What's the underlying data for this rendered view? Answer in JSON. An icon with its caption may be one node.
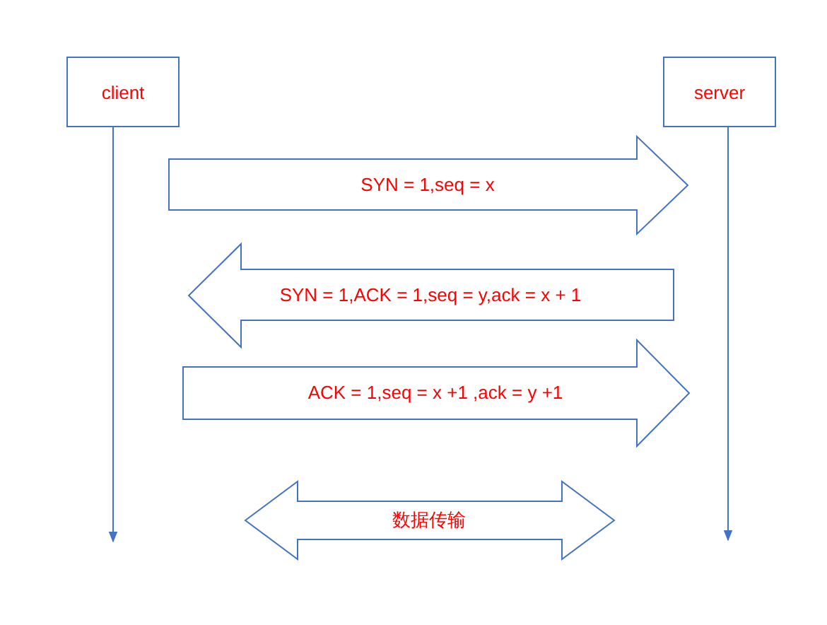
{
  "diagram": {
    "nodes": [
      {
        "text": [
          "client"
        ]
      },
      {
        "text": [
          "server"
        ]
      },
      {
        "text": [
          "SYN = 1,seq = x"
        ]
      },
      {
        "text": [
          "SYN = 1,ACK = 1,seq = y,ack = x + 1"
        ]
      },
      {
        "text": [
          "ACK = 1,seq = x +1 ,ack = y +1"
        ]
      },
      {
        "text": [
          "数据传输"
        ]
      }
    ],
    "edges": [
      {
        "from": 0,
        "to": null,
        "arrow": "to"
      },
      {
        "from": 1,
        "to": null,
        "arrow": "to"
      }
    ]
  }
}
